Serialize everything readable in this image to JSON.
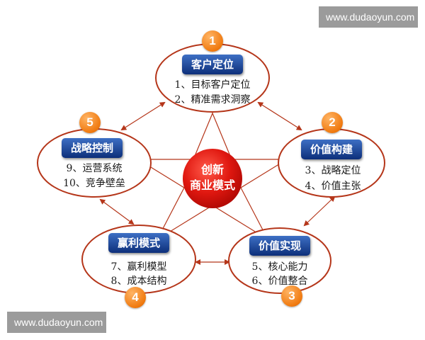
{
  "watermark": {
    "top": "www.dudaoyun.com",
    "bottom": "www.dudaoyun.com"
  },
  "center": {
    "line1": "创新",
    "line2": "商业模式"
  },
  "colors": {
    "ellipse_stroke": "#b5361a",
    "title_bg_top": "#3d6fc4",
    "title_bg_bottom": "#0d2f7a",
    "badge": "#f07a10",
    "center_circle": "#d8140c",
    "star_line": "#b5361a",
    "arrow": "#b5361a"
  },
  "nodes": [
    {
      "number": "1",
      "title": "客户定位",
      "items": [
        "1、目标客户定位",
        "2、精准需求洞察"
      ]
    },
    {
      "number": "2",
      "title": "价值构建",
      "items": [
        "3、战略定位",
        "4、价值主张"
      ]
    },
    {
      "number": "3",
      "title": "价值实现",
      "items": [
        "5、核心能力",
        "6、价值整合"
      ]
    },
    {
      "number": "4",
      "title": "赢利模式",
      "items": [
        "7、赢利模型",
        "8、成本结构"
      ]
    },
    {
      "number": "5",
      "title": "战略控制",
      "items": [
        "9、运营系统",
        "10、竞争壁垒"
      ]
    }
  ]
}
